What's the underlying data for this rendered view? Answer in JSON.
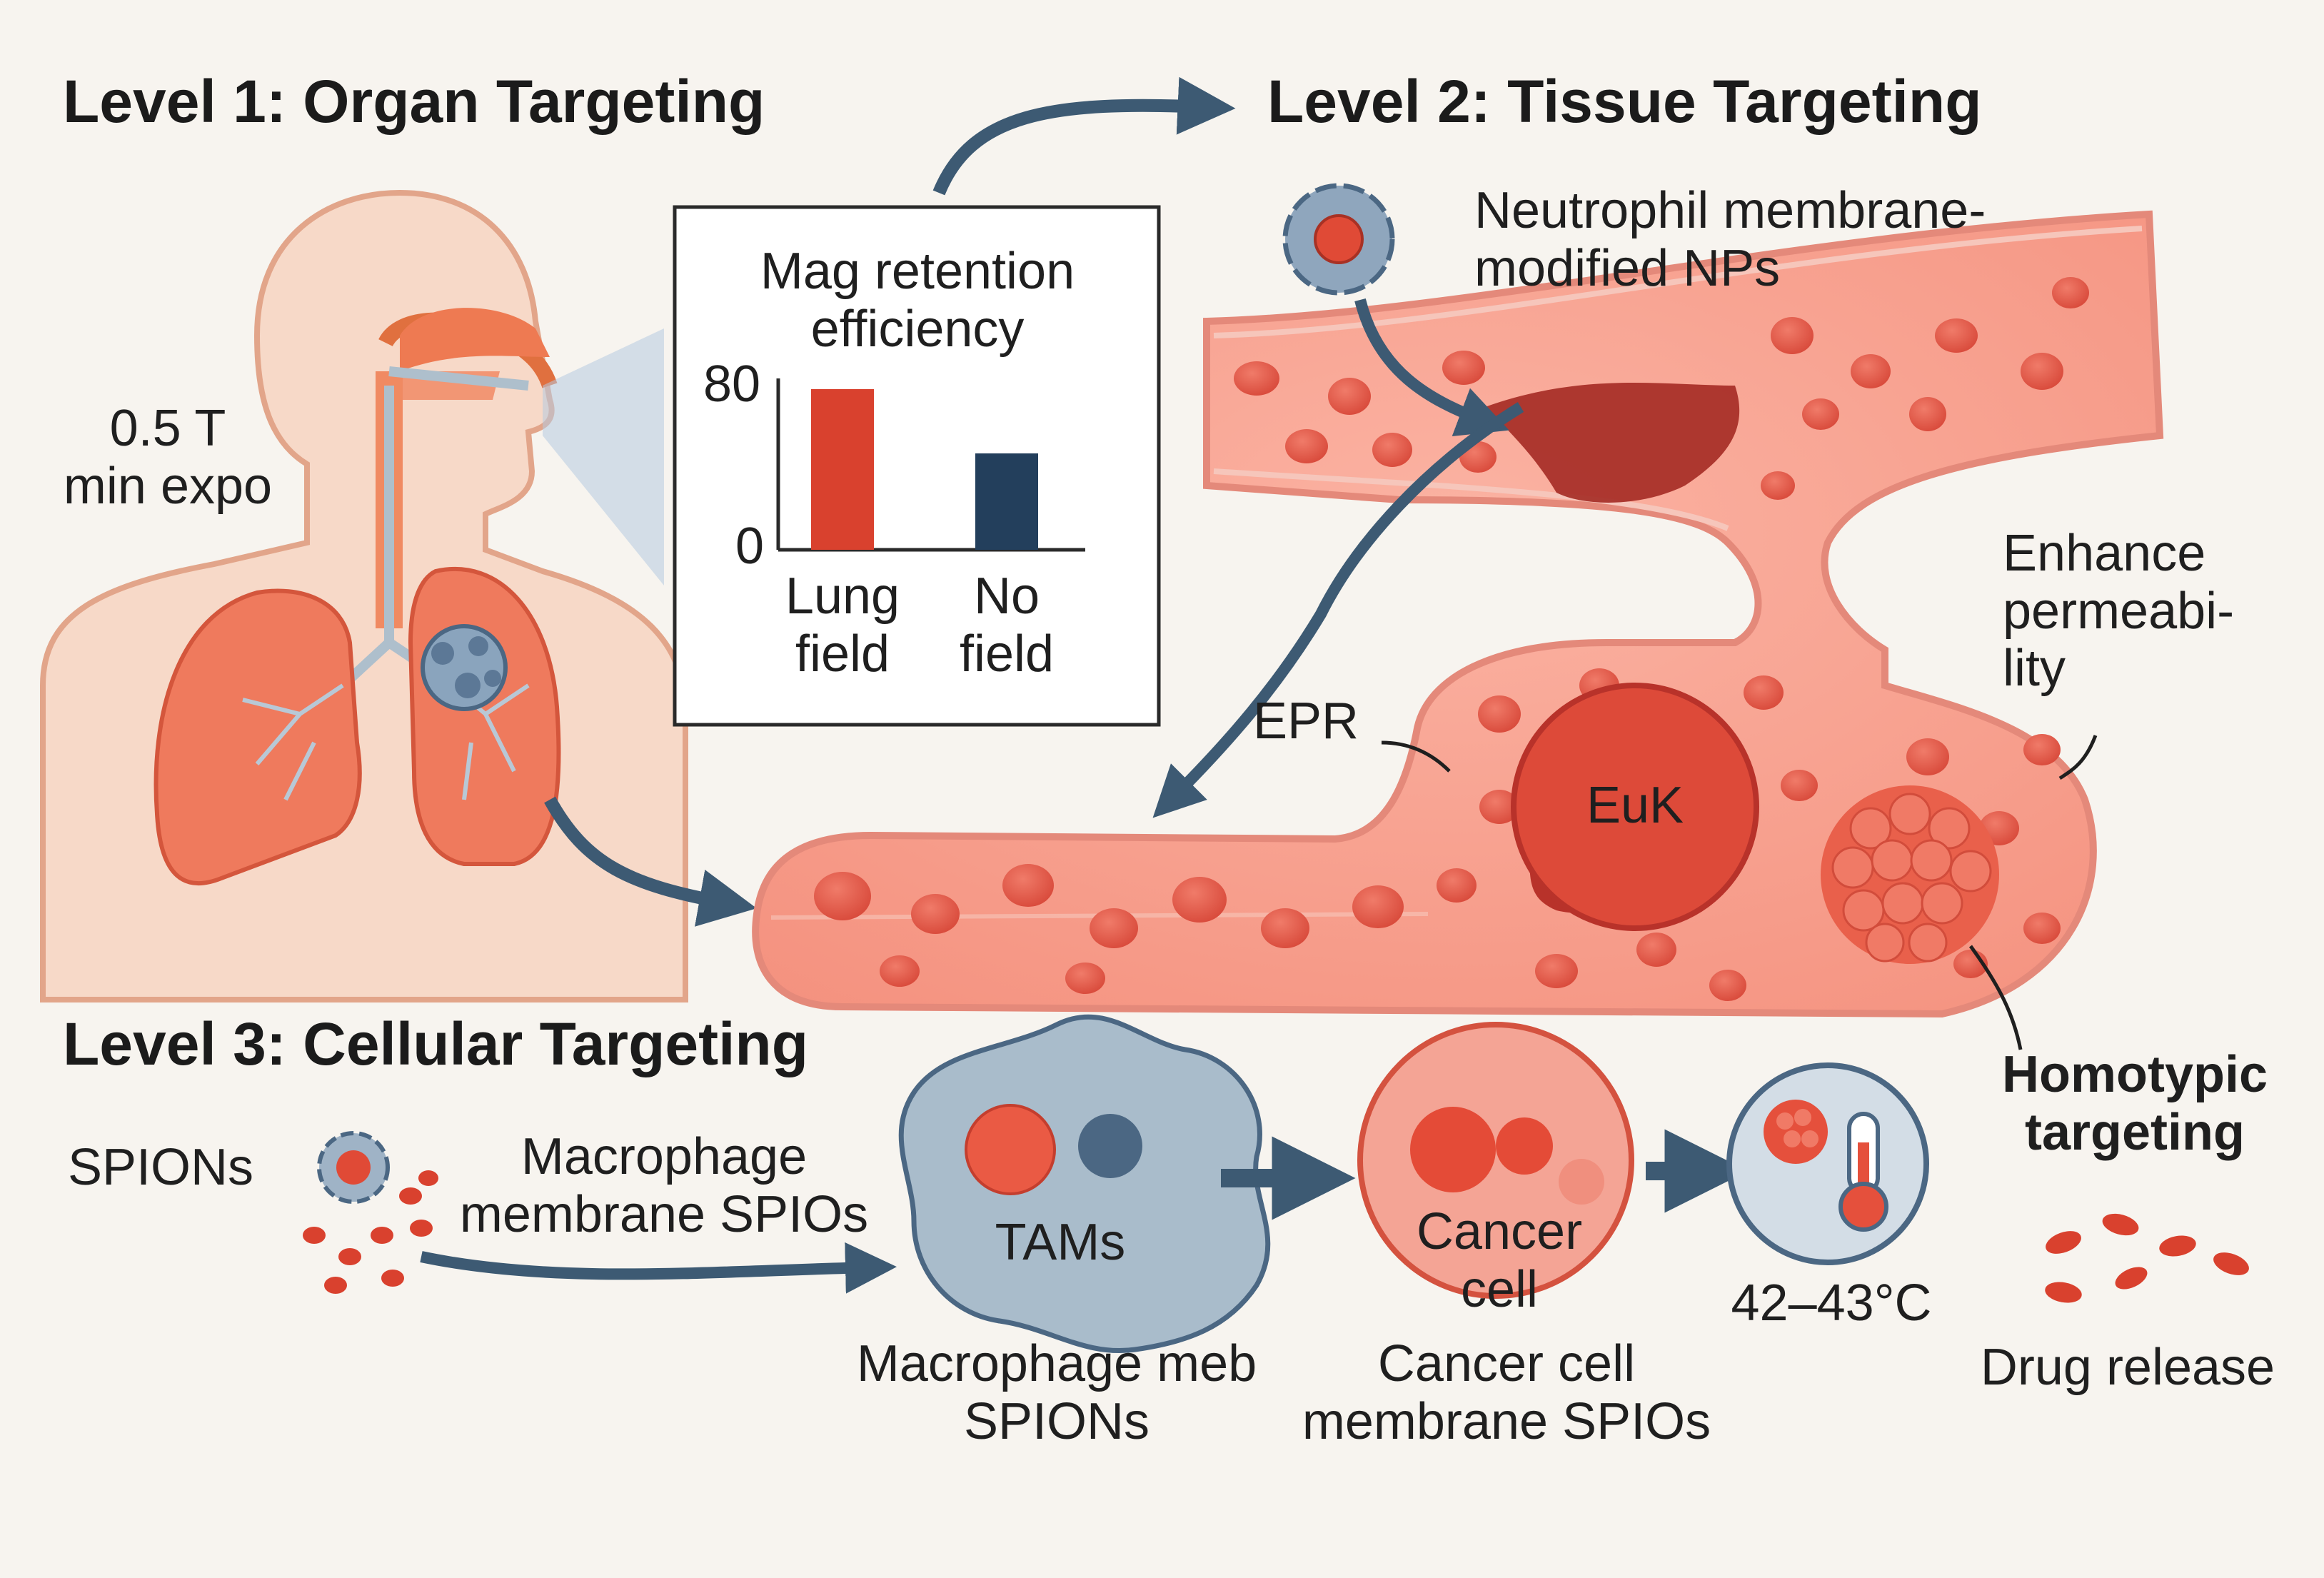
{
  "headings": {
    "level1": "Level 1: Organ Targeting",
    "level2": "Level 2: Tissue Targeting",
    "level3": "Level 3: Cellular Targeting"
  },
  "organ": {
    "field_label": "0.5 T\nmin expo"
  },
  "inset_chart": {
    "title": "Mag retention\nefficiency",
    "y_tick_top": "80",
    "y_tick_bottom": "0",
    "categories": [
      "Lung\nfield",
      "No\nfield"
    ]
  },
  "chart_data": {
    "type": "bar",
    "title": "Mag retention efficiency",
    "categories": [
      "Lung field",
      "No field"
    ],
    "values": [
      80,
      48
    ],
    "ylim": [
      0,
      80
    ],
    "yticks": [
      0,
      80
    ],
    "colors": [
      "#d9412e",
      "#233f5c"
    ],
    "grid": false,
    "legend": "none"
  },
  "tissue": {
    "np_label": "Neutrophil membrane-\nmodified NPs",
    "permeability_label": "Enhance\npermeabi-\nlity",
    "epr_label": "EPR",
    "tumor_label": "EuK",
    "homotypic_label": "Homotypic\ntargeting"
  },
  "cellular": {
    "spions_label": "SPIONs",
    "macrophage_arrow_label": "Macrophage\nmembrane SPIOs",
    "tams_label": "TAMs",
    "macrophage_caption": "Macrophage meb\nSPIONs",
    "cancer_label": "Cancer\ncell",
    "cancer_caption": "Cancer cell\nmembrane SPIOs",
    "temperature_label": "42–43°C",
    "drug_release_label": "Drug release"
  },
  "colors": {
    "accent_red": "#d9412e",
    "navy": "#233f5c",
    "arrow": "#3d5a73",
    "skin": "#f7d9c8",
    "vessel": "#f08876",
    "cell_blue": "#a9bccb"
  }
}
